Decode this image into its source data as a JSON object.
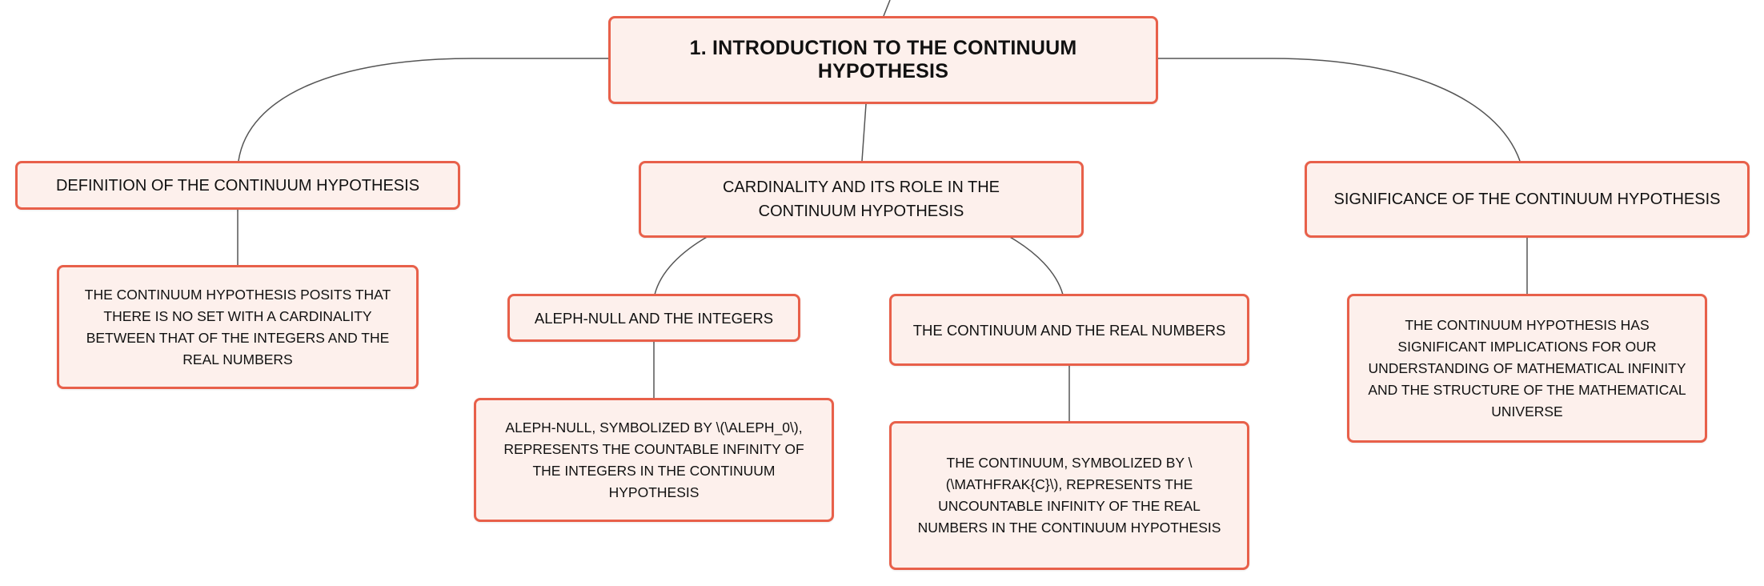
{
  "theme": {
    "node_fill": "#fdf0ec",
    "node_border": "#e8604a",
    "connector_color": "#555555",
    "text_color": "#111111"
  },
  "mindmap": {
    "root": {
      "label": "1. INTRODUCTION TO THE CONTINUUM HYPOTHESIS"
    },
    "definition": {
      "label": "DEFINITION OF THE CONTINUUM HYPOTHESIS",
      "detail": "THE CONTINUUM HYPOTHESIS POSITS THAT THERE IS NO SET WITH A CARDINALITY BETWEEN THAT OF THE INTEGERS AND THE REAL NUMBERS"
    },
    "cardinality": {
      "label": "CARDINALITY AND ITS ROLE IN THE CONTINUUM HYPOTHESIS",
      "aleph_null": {
        "label": "ALEPH-NULL AND THE INTEGERS",
        "detail": "ALEPH-NULL, SYMBOLIZED BY \\(\\ALEPH_0\\), REPRESENTS THE COUNTABLE INFINITY OF THE INTEGERS IN THE CONTINUUM HYPOTHESIS"
      },
      "continuum": {
        "label": "THE CONTINUUM AND THE REAL NUMBERS",
        "detail": "THE CONTINUUM, SYMBOLIZED BY \\(\\MATHFRAK{C}\\), REPRESENTS THE UNCOUNTABLE INFINITY OF THE REAL NUMBERS IN THE CONTINUUM HYPOTHESIS"
      }
    },
    "significance": {
      "label": "SIGNIFICANCE OF THE CONTINUUM HYPOTHESIS",
      "detail": "THE CONTINUUM HYPOTHESIS HAS SIGNIFICANT IMPLICATIONS FOR OUR UNDERSTANDING OF MATHEMATICAL INFINITY AND THE STRUCTURE OF THE MATHEMATICAL UNIVERSE"
    }
  }
}
